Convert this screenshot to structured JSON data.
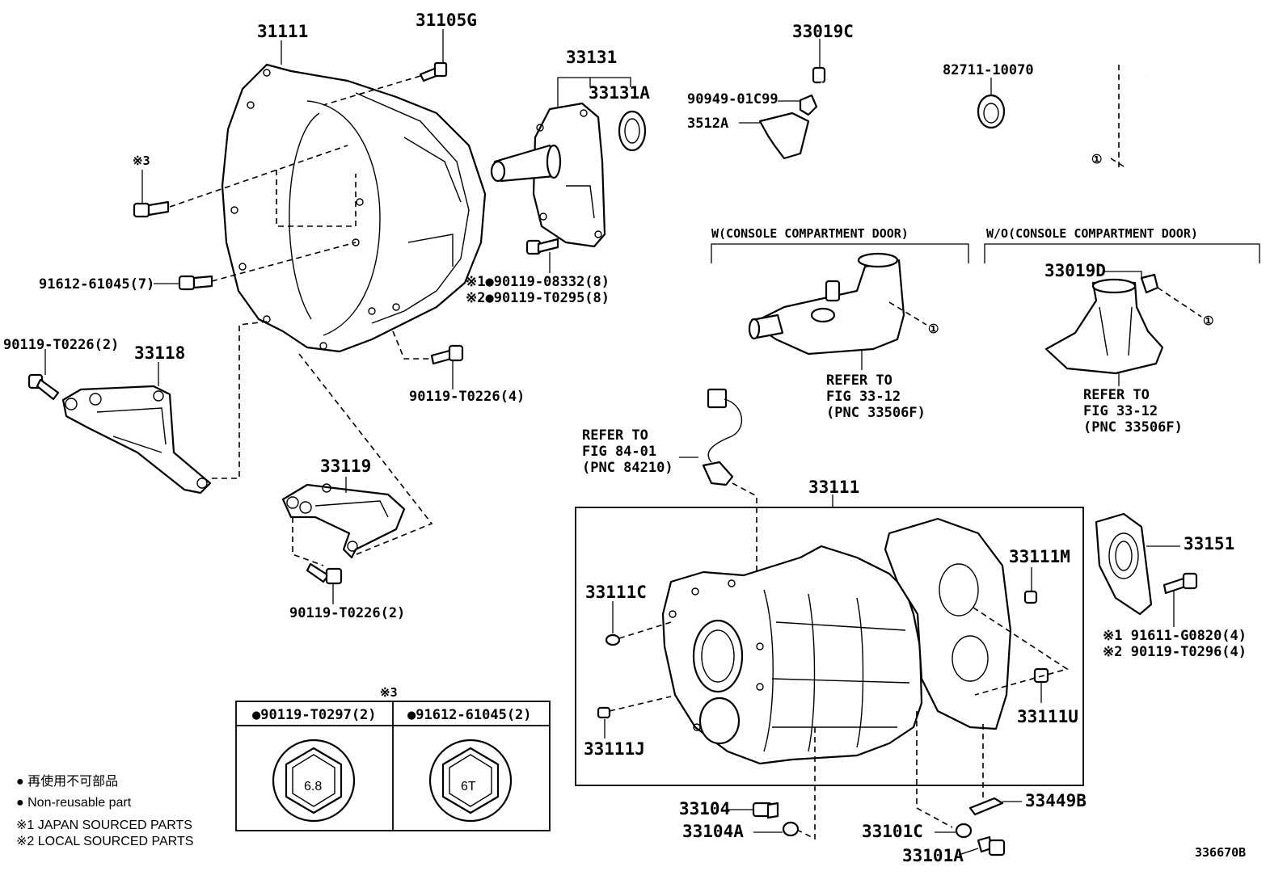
{
  "labels": {
    "p31111": "31111",
    "p31105g": "31105G",
    "p33131": "33131",
    "p33131a": "33131A",
    "p33019c": "33019C",
    "p82711": "82711-10070",
    "p90949": "90949-01C99",
    "p3512a": "3512A",
    "note3": "※3",
    "p91612_7": "91612-61045(7)",
    "p90119_08332": "※1●90119-08332(8)",
    "p90119_t0295": "※2●90119-T0295(8)",
    "p90119_t0226_2a": "90119-T0226(2)",
    "p33118": "33118",
    "p90119_t0226_4": "90119-T0226(4)",
    "p33119": "33119",
    "p90119_t0226_2b": "90119-T0226(2)",
    "cond_w": "W(CONSOLE COMPARTMENT DOOR)",
    "cond_wo": "W/O(CONSOLE COMPARTMENT DOOR)",
    "p33019d": "33019D",
    "circle1": "①",
    "refer_a1": "REFER TO",
    "refer_a2": "FIG 33-12",
    "refer_a3": "(PNC 33506F)",
    "refer_b1": "REFER TO",
    "refer_b2": "FIG 33-12",
    "refer_b3": "(PNC 33506F)",
    "refer_c1": "REFER TO",
    "refer_c2": "FIG 84-01",
    "refer_c3": "(PNC 84210)",
    "p33111_lower": "33111",
    "p33111c": "33111C",
    "p33111j": "33111J",
    "p33111m": "33111M",
    "p33111u": "33111U",
    "p33151": "33151",
    "p91611": "※1 91611-G0820(4)",
    "p90119_t0296": "※2 90119-T0296(4)",
    "p33104": "33104",
    "p33104a": "33104A",
    "p33101c": "33101C",
    "p33101a": "33101A",
    "p33449b": "33449B",
    "table_note": "※3",
    "table_col1": "●90119-T0297(2)",
    "table_col2": "●91612-61045(2)",
    "bolt_mark1": "6.8",
    "bolt_mark2": "6T",
    "drawing_no": "336670B"
  },
  "legend": {
    "line1": "● 再使用不可部品",
    "line2": "● Non-reusable part",
    "line3": "※1 JAPAN SOURCED PARTS",
    "line4": "※2 LOCAL SOURCED PARTS"
  }
}
